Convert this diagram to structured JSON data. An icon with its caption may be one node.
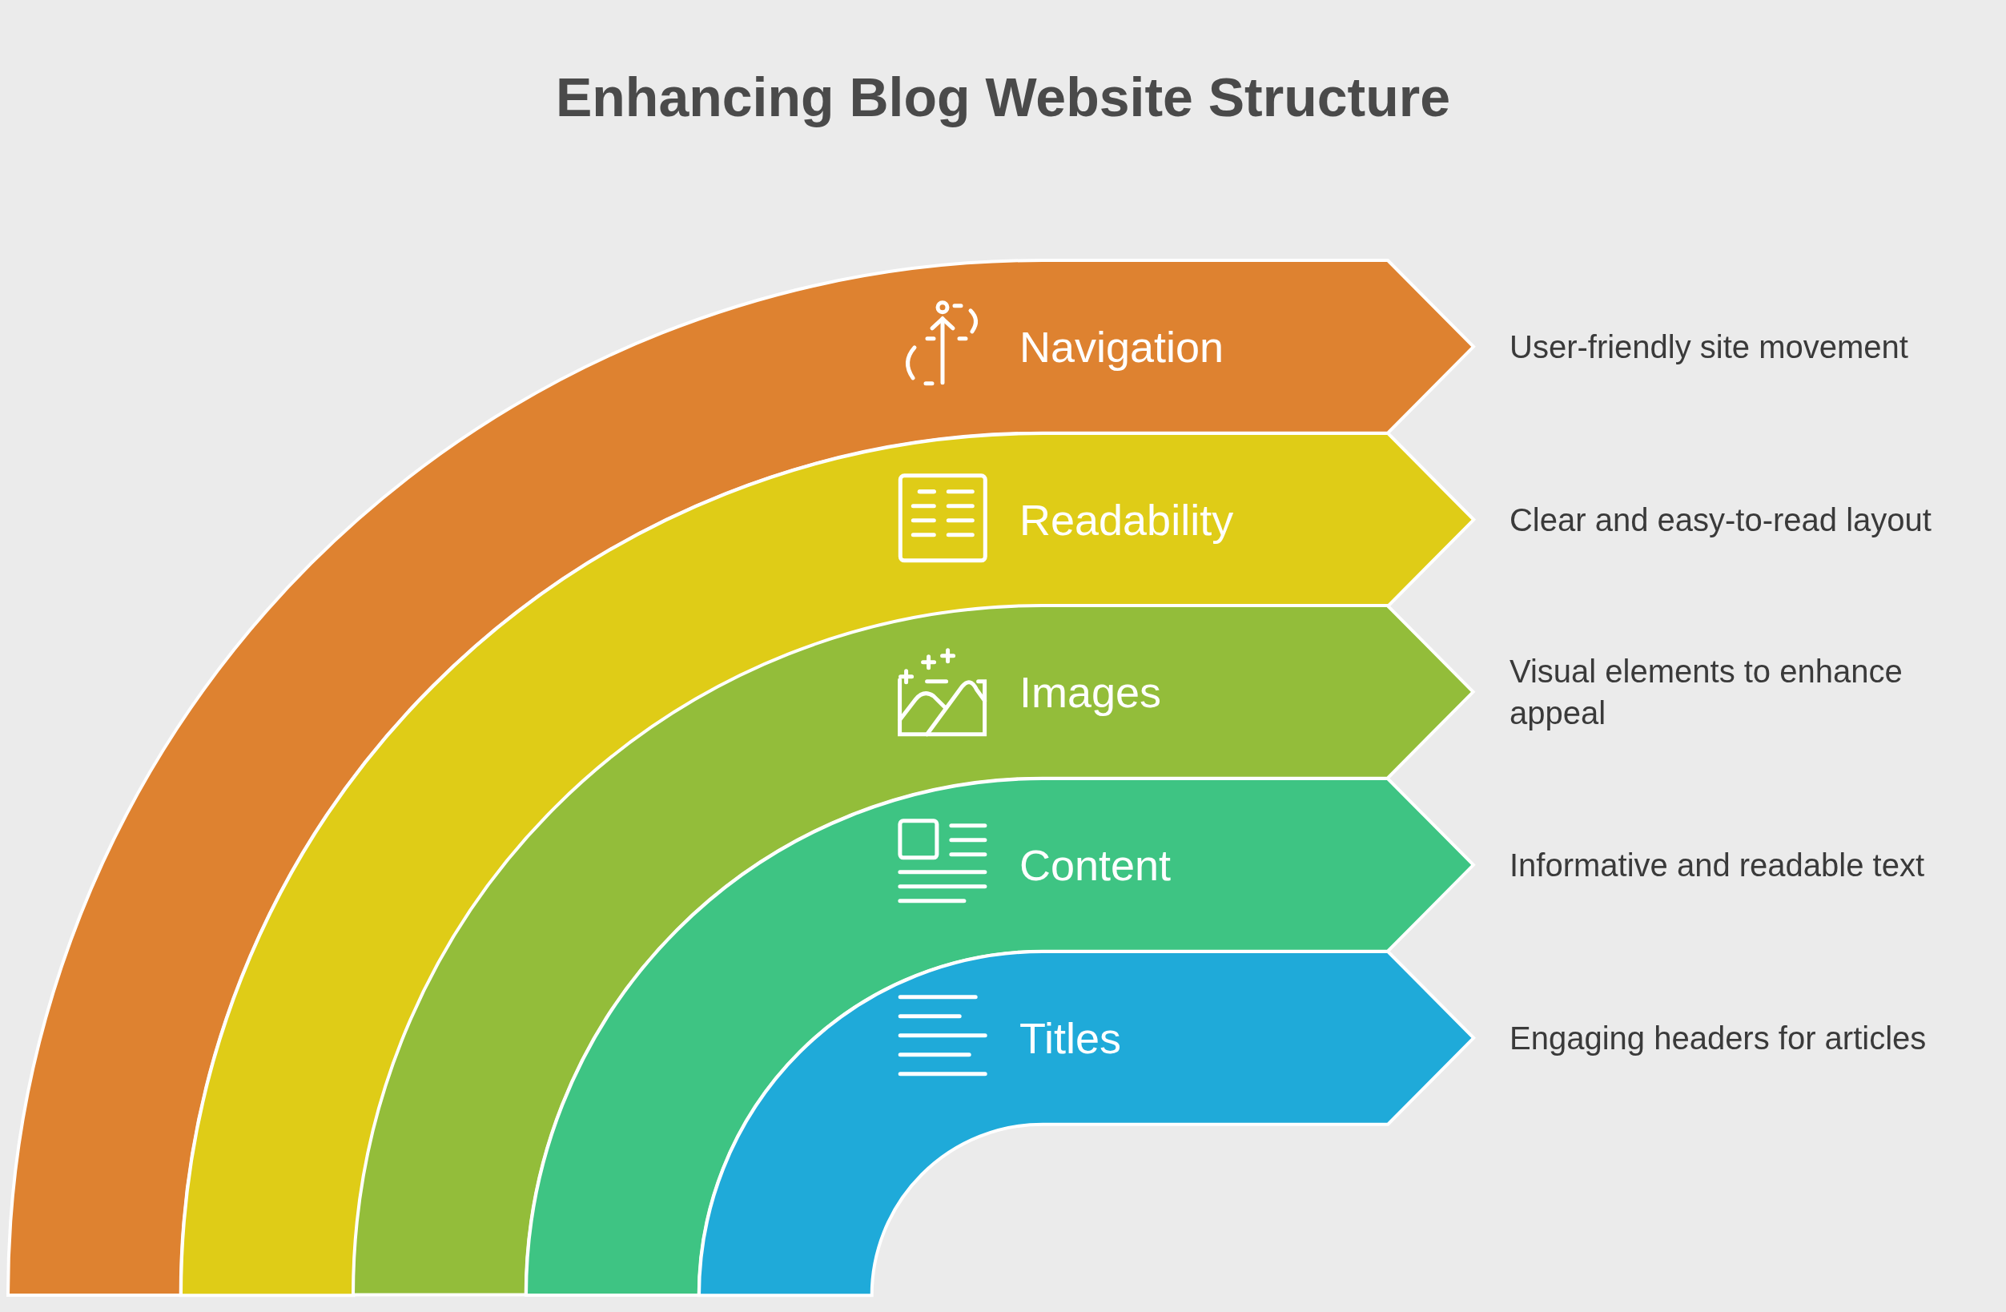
{
  "diagram": {
    "title": "Enhancing Blog Website Structure",
    "nodes": [
      {
        "text": [
          "Navigation"
        ],
        "beside": [
          "User-friendly site movement"
        ]
      },
      {
        "text": [
          "Readability"
        ],
        "beside": [
          "Clear and easy-to-read layout"
        ]
      },
      {
        "text": [
          "Images"
        ],
        "beside": [
          "Visual elements to enhance appeal"
        ]
      },
      {
        "text": [
          "Content"
        ],
        "beside": [
          "Informative and readable text"
        ]
      },
      {
        "text": [
          "Titles"
        ],
        "beside": [
          "Engaging headers for articles"
        ]
      }
    ],
    "edges": []
  }
}
